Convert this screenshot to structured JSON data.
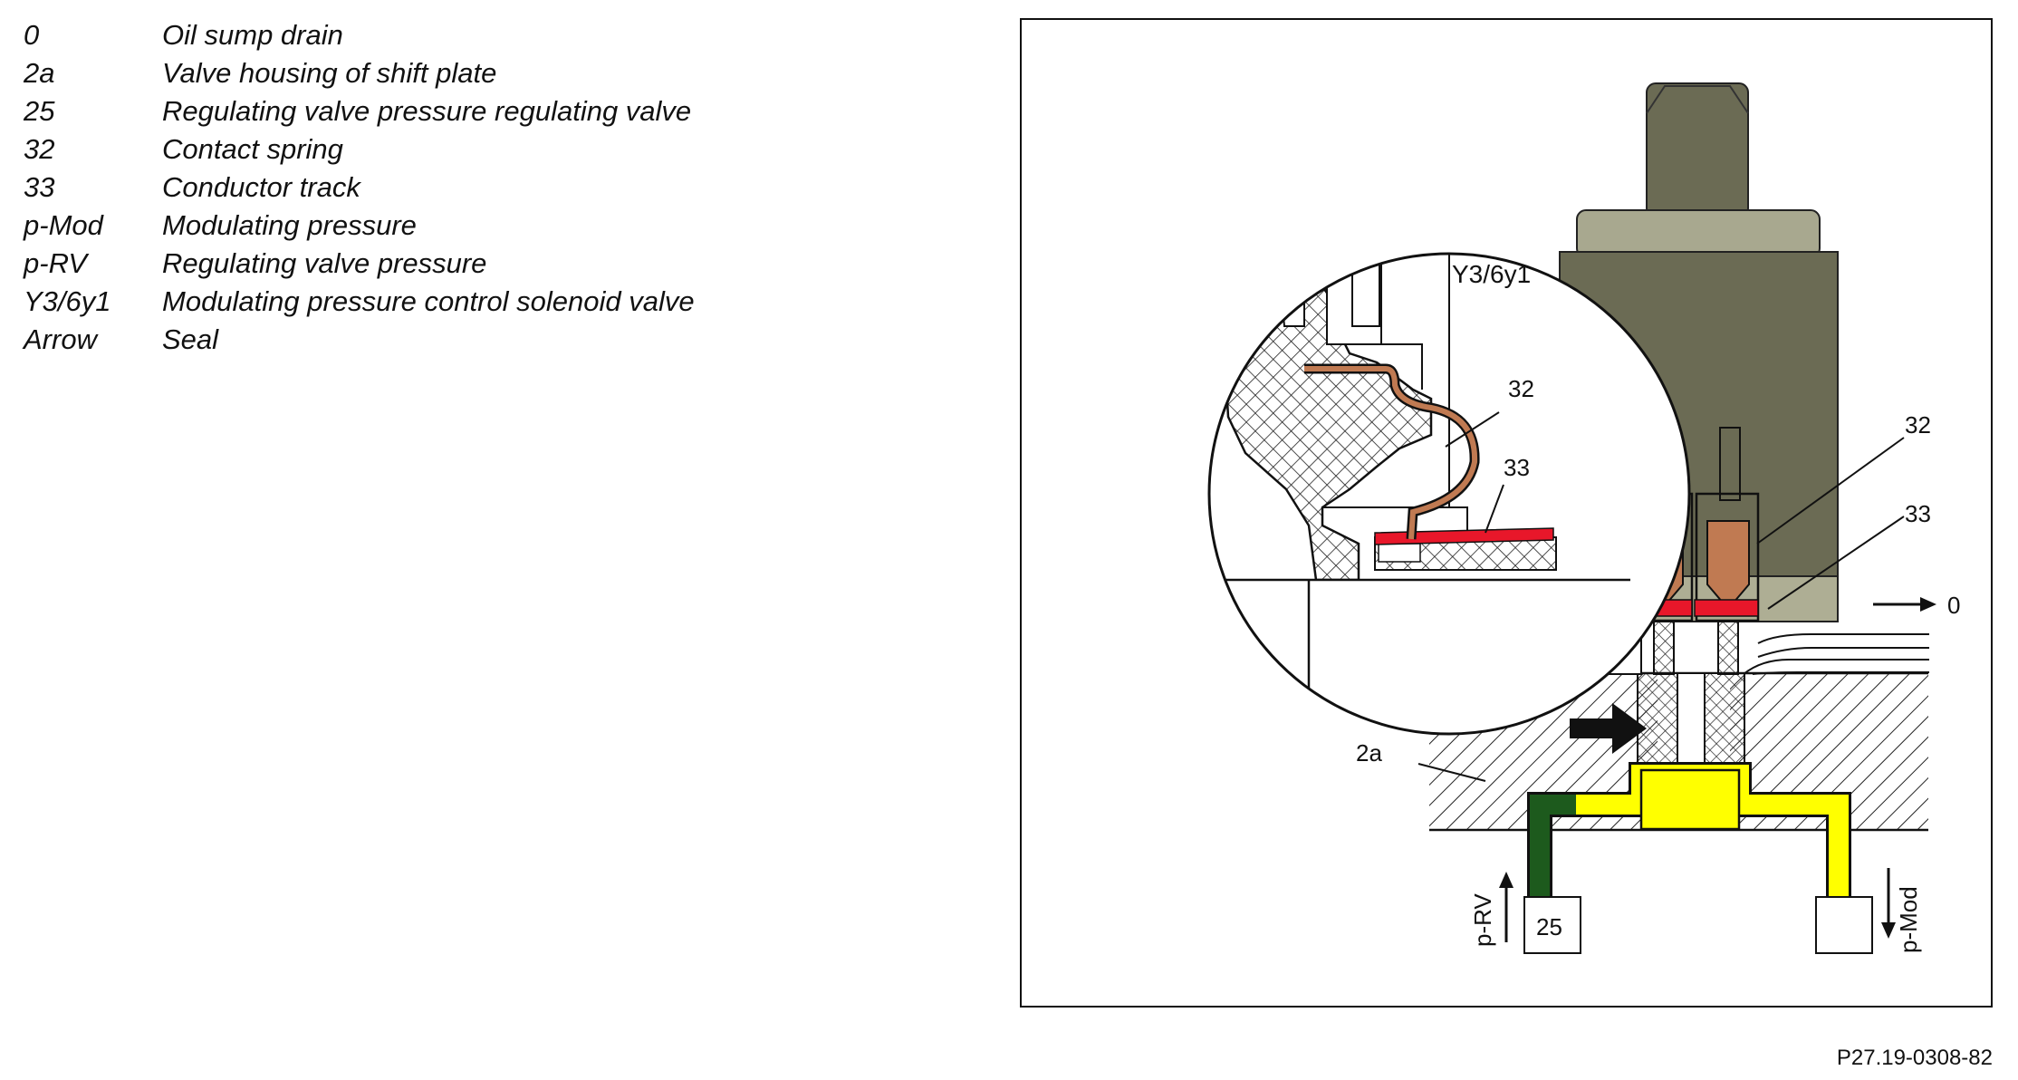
{
  "legend": [
    {
      "key": "0",
      "desc": "Oil sump drain"
    },
    {
      "key": "2a",
      "desc": "Valve housing of shift plate"
    },
    {
      "key": "25",
      "desc": " Regulating valve pressure regulating valve"
    },
    {
      "key": "32",
      "desc": "Contact spring"
    },
    {
      "key": "33",
      "desc": "Conductor track"
    },
    {
      "key": "p-Mod",
      "desc": "Modulating pressure"
    },
    {
      "key": "p-RV",
      "desc": "Regulating valve pressure"
    },
    {
      "key": "Y3/6y1",
      "desc": "Modulating pressure control solenoid valve"
    },
    {
      "key": "Arrow",
      "desc": "Seal"
    }
  ],
  "diagram": {
    "label_y3": "Y3/6y1",
    "label_32_inset": "32",
    "label_33_inset": "33",
    "label_32_main": "32",
    "label_33_main": "33",
    "label_0": "0",
    "label_2a": "2a",
    "label_25": "25",
    "label_prv": "p-RV",
    "label_pmod": "p-Mod"
  },
  "reference": "P27.19-0308-82",
  "colors": {
    "solenoid_body": "#6b6b54",
    "solenoid_cap": "#a8a88f",
    "solenoid_base": "#aeae94",
    "contact_spring": "#c07a52",
    "conductor_track": "#e8172a",
    "p_mod_channel": "#ffff00",
    "p_rv_channel": "#1d5a1d"
  }
}
